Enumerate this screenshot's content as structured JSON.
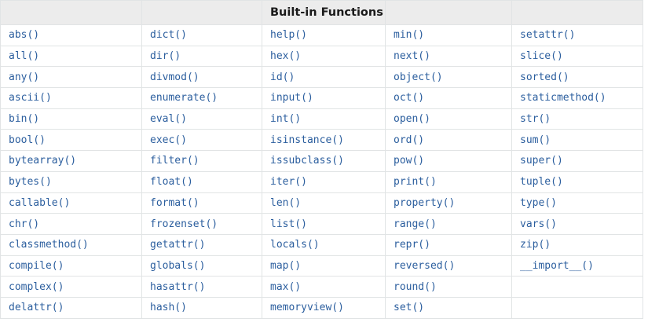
{
  "table": {
    "title": "Built-in Functions",
    "title_column_index": 2,
    "column_count": 5,
    "header_cells": [
      "",
      "",
      "Built-in Functions",
      "",
      ""
    ],
    "rows": [
      [
        "abs()",
        "dict()",
        "help()",
        "min()",
        "setattr()"
      ],
      [
        "all()",
        "dir()",
        "hex()",
        "next()",
        "slice()"
      ],
      [
        "any()",
        "divmod()",
        "id()",
        "object()",
        "sorted()"
      ],
      [
        "ascii()",
        "enumerate()",
        "input()",
        "oct()",
        "staticmethod()"
      ],
      [
        "bin()",
        "eval()",
        "int()",
        "open()",
        "str()"
      ],
      [
        "bool()",
        "exec()",
        "isinstance()",
        "ord()",
        "sum()"
      ],
      [
        "bytearray()",
        "filter()",
        "issubclass()",
        "pow()",
        "super()"
      ],
      [
        "bytes()",
        "float()",
        "iter()",
        "print()",
        "tuple()"
      ],
      [
        "callable()",
        "format()",
        "len()",
        "property()",
        "type()"
      ],
      [
        "chr()",
        "frozenset()",
        "list()",
        "range()",
        "vars()"
      ],
      [
        "classmethod()",
        "getattr()",
        "locals()",
        "repr()",
        "zip()"
      ],
      [
        "compile()",
        "globals()",
        "map()",
        "reversed()",
        "__import__()"
      ],
      [
        "complex()",
        "hasattr()",
        "max()",
        "round()",
        ""
      ],
      [
        "delattr()",
        "hash()",
        "memoryview()",
        "set()",
        ""
      ]
    ]
  },
  "colors": {
    "link_text": "#2b5e9e",
    "header_background": "#ececec",
    "header_text": "#1a1a1a",
    "border": "#e1e4e5",
    "cell_background": "#ffffff"
  }
}
